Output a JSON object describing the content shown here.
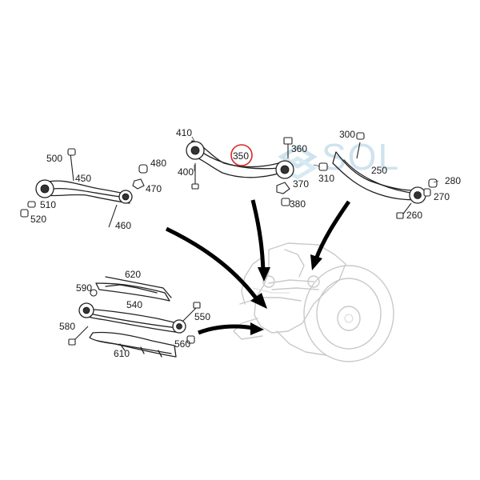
{
  "watermark": "SOL",
  "highlighted_part": "350",
  "part_numbers": {
    "p410": "410",
    "p350": "350",
    "p360": "360",
    "p300": "300",
    "p400": "400",
    "p370": "370",
    "p310": "310",
    "p250": "250",
    "p380": "380",
    "p280": "280",
    "p270": "270",
    "p260": "260",
    "p500": "500",
    "p450": "450",
    "p480": "480",
    "p470": "470",
    "p510": "510",
    "p520": "520",
    "p460": "460",
    "p620": "620",
    "p590": "590",
    "p540": "540",
    "p550": "550",
    "p580": "580",
    "p560": "560",
    "p610": "610"
  },
  "colors": {
    "highlight_ring": "#d62828",
    "watermark": "#cfe3ee",
    "ghost_assembly": "#c9c9c9",
    "line": "#222222"
  }
}
